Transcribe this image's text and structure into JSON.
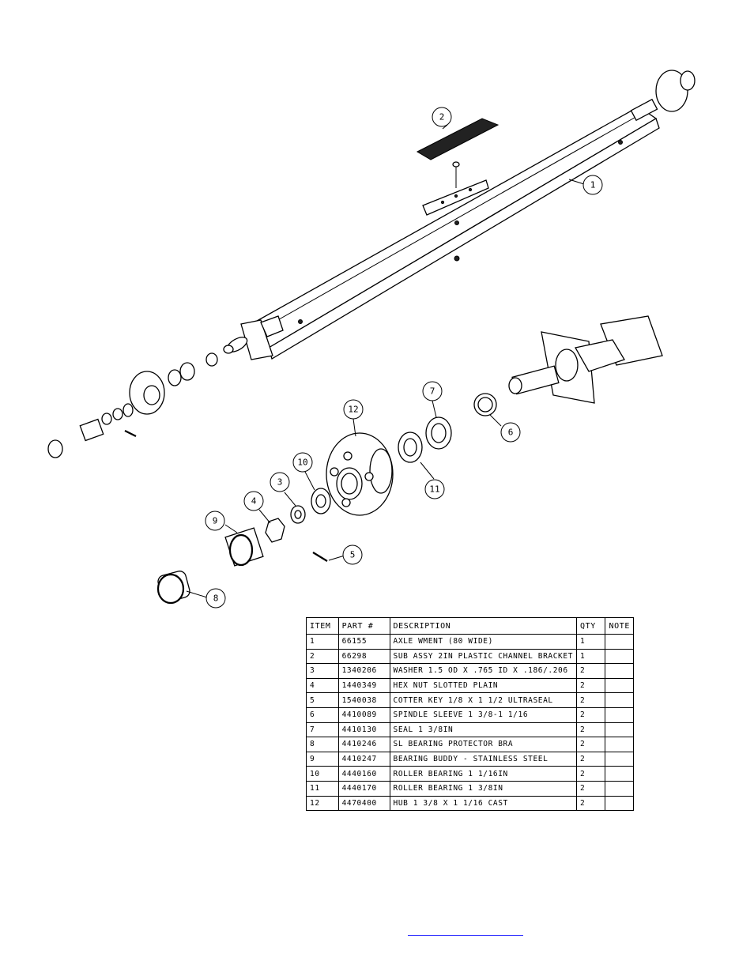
{
  "callouts": [
    "1",
    "2",
    "3",
    "4",
    "5",
    "6",
    "7",
    "8",
    "9",
    "10",
    "11",
    "12"
  ],
  "table": {
    "headers": [
      "ITEM",
      "PART #",
      "DESCRIPTION",
      "QTY",
      "NOTE"
    ],
    "rows": [
      {
        "item": "1",
        "part": "66155",
        "desc": "AXLE WMENT (80 WIDE)",
        "qty": "1",
        "note": ""
      },
      {
        "item": "2",
        "part": "66298",
        "desc": "SUB ASSY 2IN PLASTIC CHANNEL BRACKET",
        "qty": "1",
        "note": ""
      },
      {
        "item": "3",
        "part": "1340206",
        "desc": "WASHER 1.5 OD X .765 ID X .186/.206",
        "qty": "2",
        "note": ""
      },
      {
        "item": "4",
        "part": "1440349",
        "desc": "HEX NUT SLOTTED PLAIN",
        "qty": "2",
        "note": ""
      },
      {
        "item": "5",
        "part": "1540038",
        "desc": "COTTER KEY 1/8 X 1 1/2 ULTRASEAL",
        "qty": "2",
        "note": ""
      },
      {
        "item": "6",
        "part": "4410089",
        "desc": "SPINDLE SLEEVE  1 3/8-1 1/16",
        "qty": "2",
        "note": ""
      },
      {
        "item": "7",
        "part": "4410130",
        "desc": "SEAL  1 3/8IN",
        "qty": "2",
        "note": ""
      },
      {
        "item": "8",
        "part": "4410246",
        "desc": "SL BEARING PROTECTOR BRA",
        "qty": "2",
        "note": ""
      },
      {
        "item": "9",
        "part": "4410247",
        "desc": "BEARING BUDDY - STAINLESS STEEL",
        "qty": "2",
        "note": ""
      },
      {
        "item": "10",
        "part": "4440160",
        "desc": "ROLLER BEARING   1 1/16IN",
        "qty": "2",
        "note": ""
      },
      {
        "item": "11",
        "part": "4440170",
        "desc": "ROLLER BEARING   1 3/8IN",
        "qty": "2",
        "note": ""
      },
      {
        "item": "12",
        "part": "4470400",
        "desc": "HUB  1 3/8 X 1 1/16 CAST",
        "qty": "2",
        "note": ""
      }
    ]
  },
  "colors": {
    "line": "#000000",
    "link": "#1a1aff"
  }
}
